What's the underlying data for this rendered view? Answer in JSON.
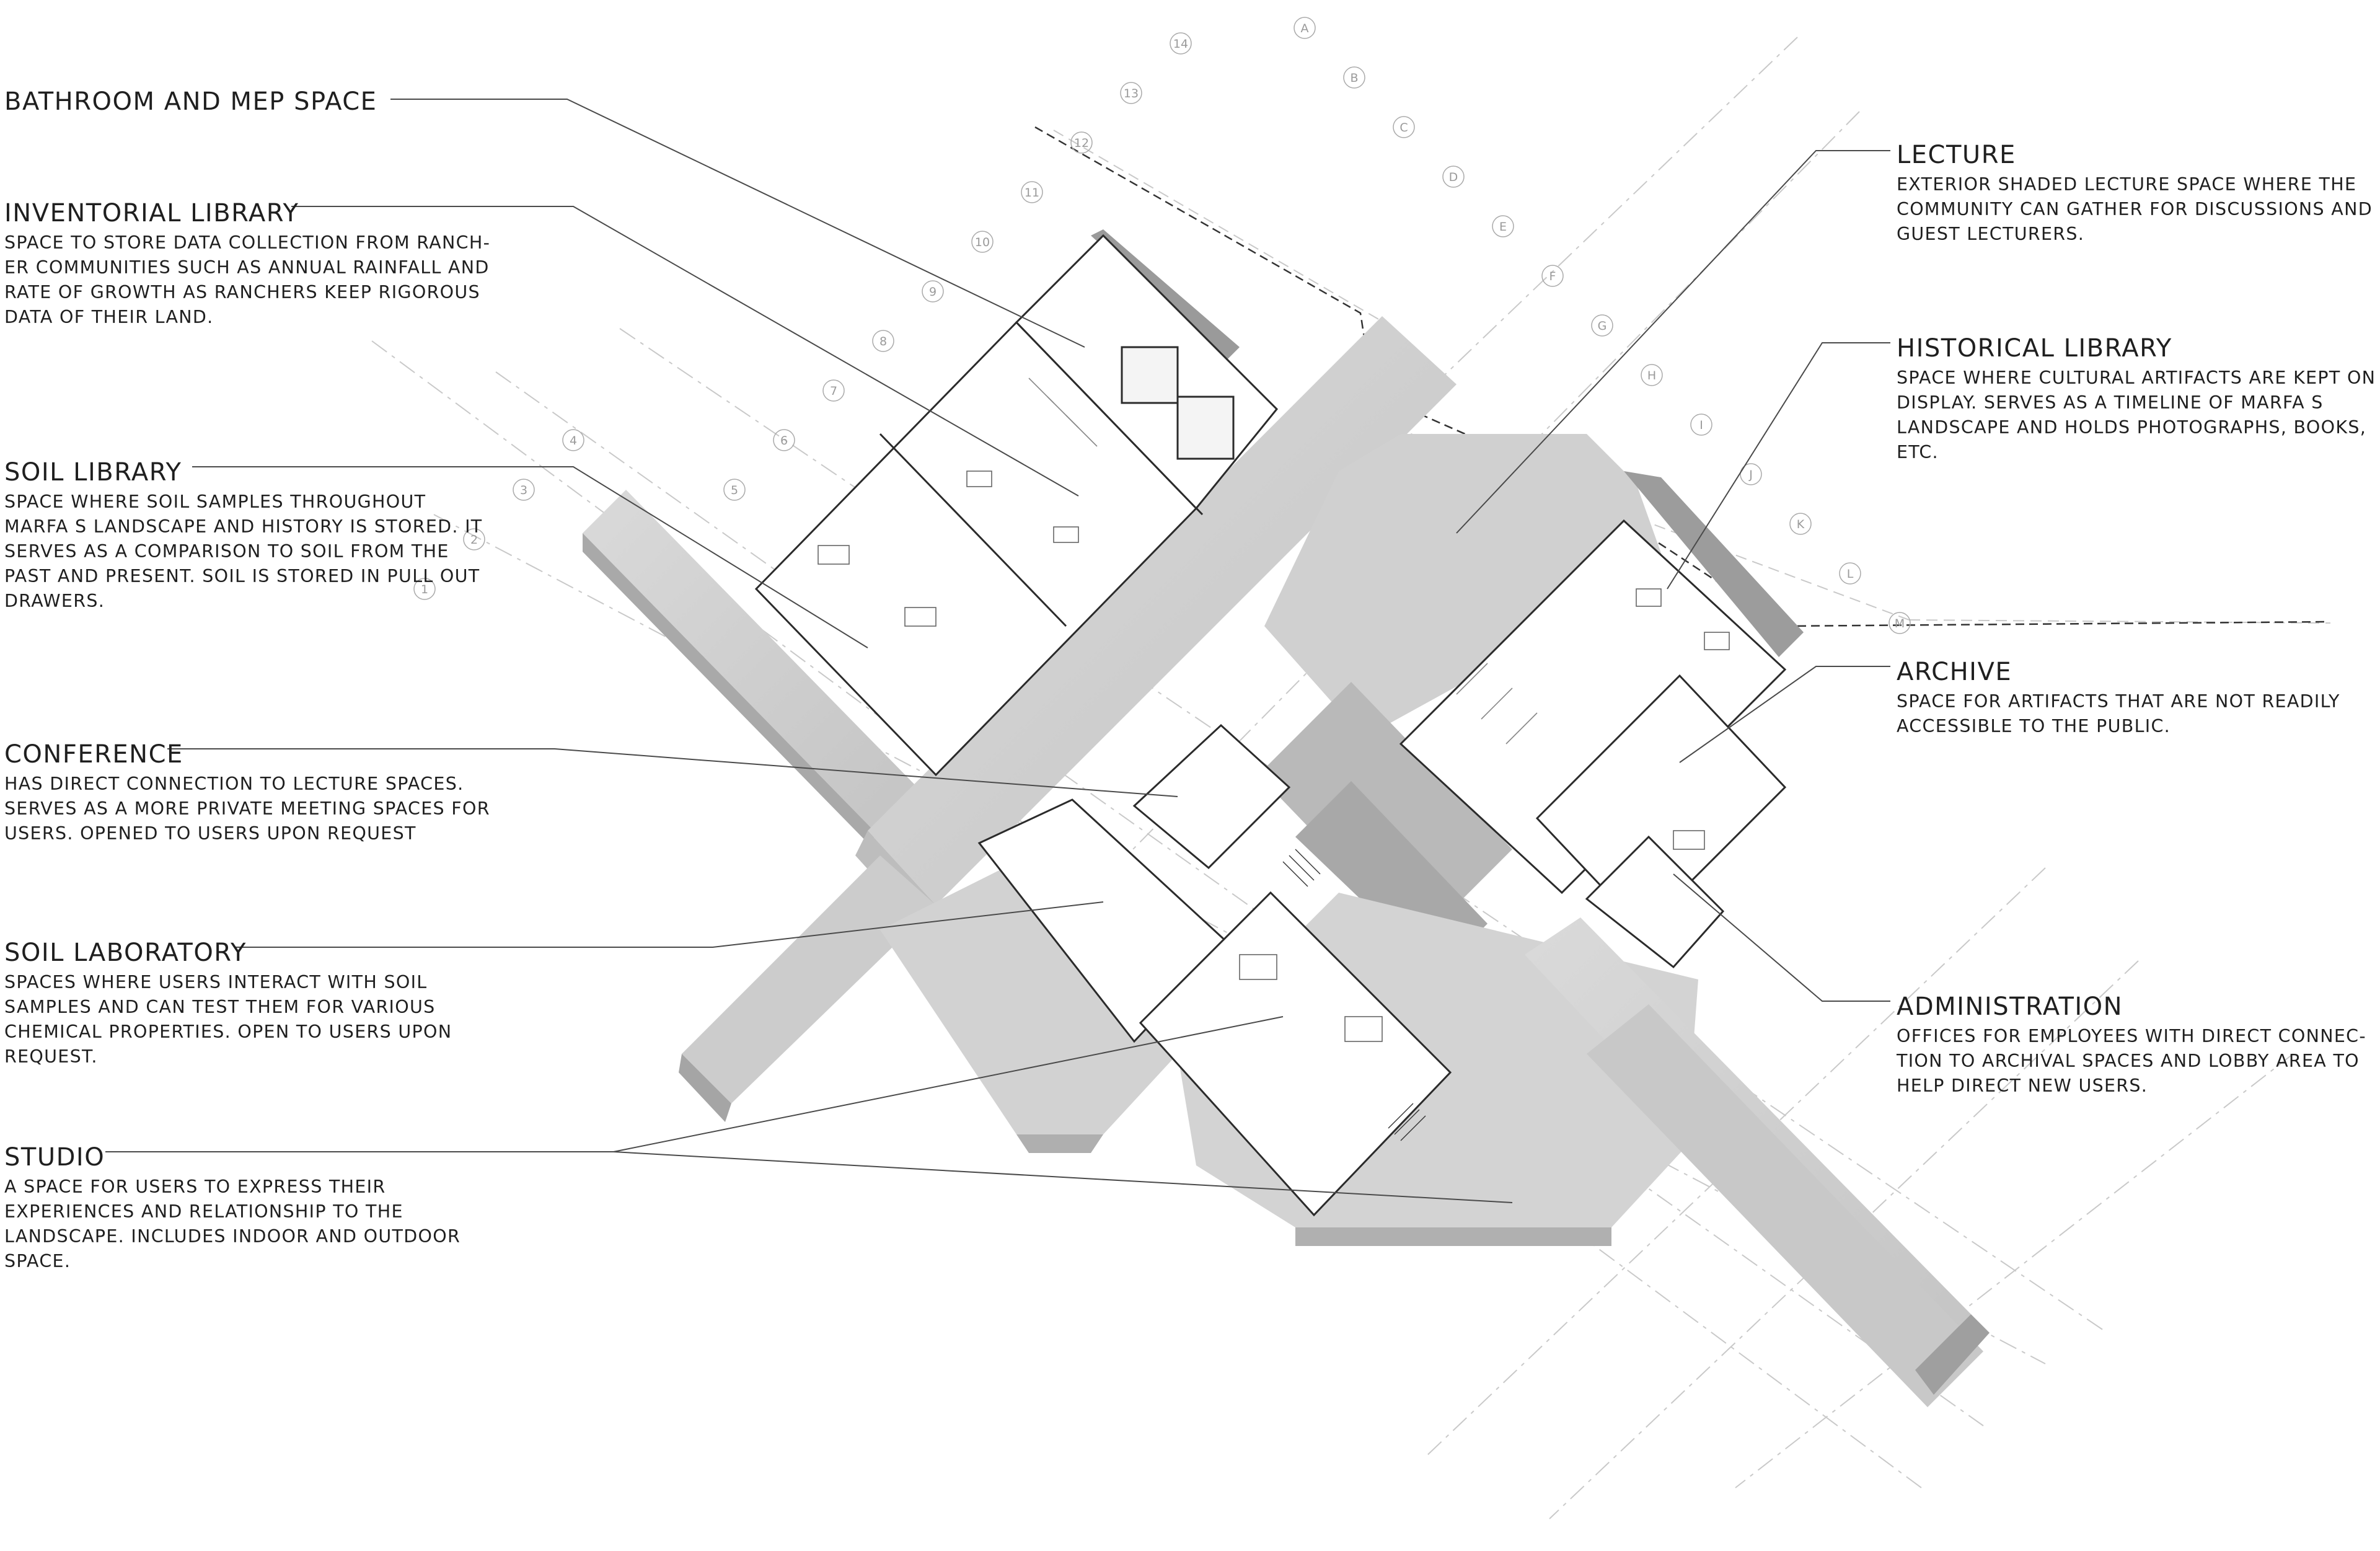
{
  "labels": {
    "bathroom": {
      "title": "BATHROOM AND MEP SPACE",
      "desc": ""
    },
    "inventorial": {
      "title": "INVENTORIAL LIBRARY",
      "desc": "SPACE TO STORE DATA COLLECTION FROM RANCH-ER COMMUNITIES SUCH AS ANNUAL RAINFALL AND RATE OF GROWTH AS RANCHERS KEEP RIGOROUS DATA OF THEIR LAND."
    },
    "soil_library": {
      "title": "SOIL LIBRARY",
      "desc": "SPACE WHERE SOIL SAMPLES THROUGHOUT MARFA S LANDSCAPE AND HISTORY IS STORED. IT SERVES AS A COMPARISON TO SOIL FROM THE PAST AND PRESENT. SOIL IS STORED IN PULL OUT DRAWERS."
    },
    "conference": {
      "title": "CONFERENCE",
      "desc": "HAS DIRECT CONNECTION TO LECTURE SPACES. SERVES AS A MORE PRIVATE MEETING SPACES FOR USERS. OPENED TO USERS UPON REQUEST"
    },
    "soil_lab": {
      "title": "SOIL LABORATORY",
      "desc": "SPACES WHERE USERS INTERACT WITH SOIL SAMPLES AND CAN TEST THEM FOR VARIOUS CHEMICAL PROPERTIES. OPEN TO USERS UPON REQUEST."
    },
    "studio": {
      "title": "STUDIO",
      "desc": "A SPACE FOR USERS TO EXPRESS THEIR EXPERIENCES AND RELATIONSHIP TO THE LANDSCAPE. INCLUDES INDOOR AND OUTDOOR SPACE."
    },
    "lecture": {
      "title": "LECTURE",
      "desc": "EXTERIOR SHADED LECTURE SPACE WHERE THE COMMUNITY CAN GATHER FOR DISCUSSIONS AND GUEST LECTURERS."
    },
    "historical": {
      "title": "HISTORICAL LIBRARY",
      "desc": "SPACE WHERE CULTURAL ARTIFACTS ARE KEPT ON DISPLAY. SERVES AS A TIMELINE OF MARFA S LANDSCAPE AND HOLDS PHOTOGRAPHS, BOOKS, ETC."
    },
    "archive": {
      "title": "ARCHIVE",
      "desc": "SPACE FOR ARTIFACTS THAT ARE NOT READILY ACCESSIBLE TO THE PUBLIC."
    },
    "administration": {
      "title": "ADMINISTRATION",
      "desc": "OFFICES FOR EMPLOYEES WITH DIRECT CONNEC-TION TO ARCHIVAL SPACES AND LOBBY AREA TO HELP DIRECT NEW USERS."
    }
  },
  "grid": {
    "numbers": [
      "1",
      "2",
      "3",
      "4",
      "5",
      "6",
      "7",
      "8",
      "9",
      "10",
      "11",
      "12",
      "13",
      "14"
    ],
    "letters": [
      "A",
      "B",
      "C",
      "D",
      "E",
      "F",
      "G",
      "H",
      "I",
      "J",
      "K",
      "L",
      "M"
    ]
  },
  "colors": {
    "wall": "#2b2b2b",
    "concrete": "#cfcfcf",
    "concrete_dark": "#b4b4b4",
    "leader": "#4a4a4a",
    "gridline": "#c4c4c4"
  }
}
